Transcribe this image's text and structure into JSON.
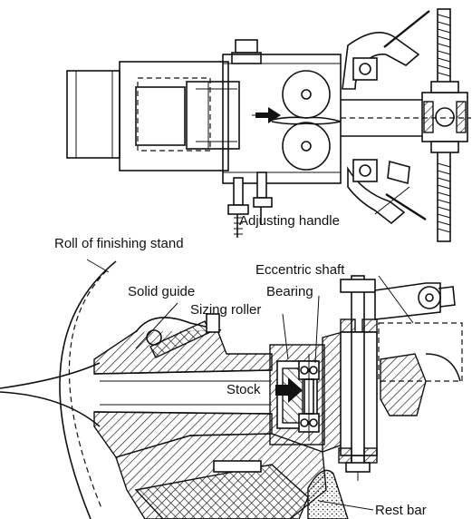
{
  "labels": {
    "adjusting_handle": "Adjusting handle",
    "roll_of_finishing_stand": "Roll of finishing stand",
    "eccentric_shaft": "Eccentric shaft",
    "solid_guide": "Solid guide",
    "bearing": "Bearing",
    "sizing_roller": "Sizing roller",
    "stock": "Stock",
    "rest_bar": "Rest bar"
  }
}
